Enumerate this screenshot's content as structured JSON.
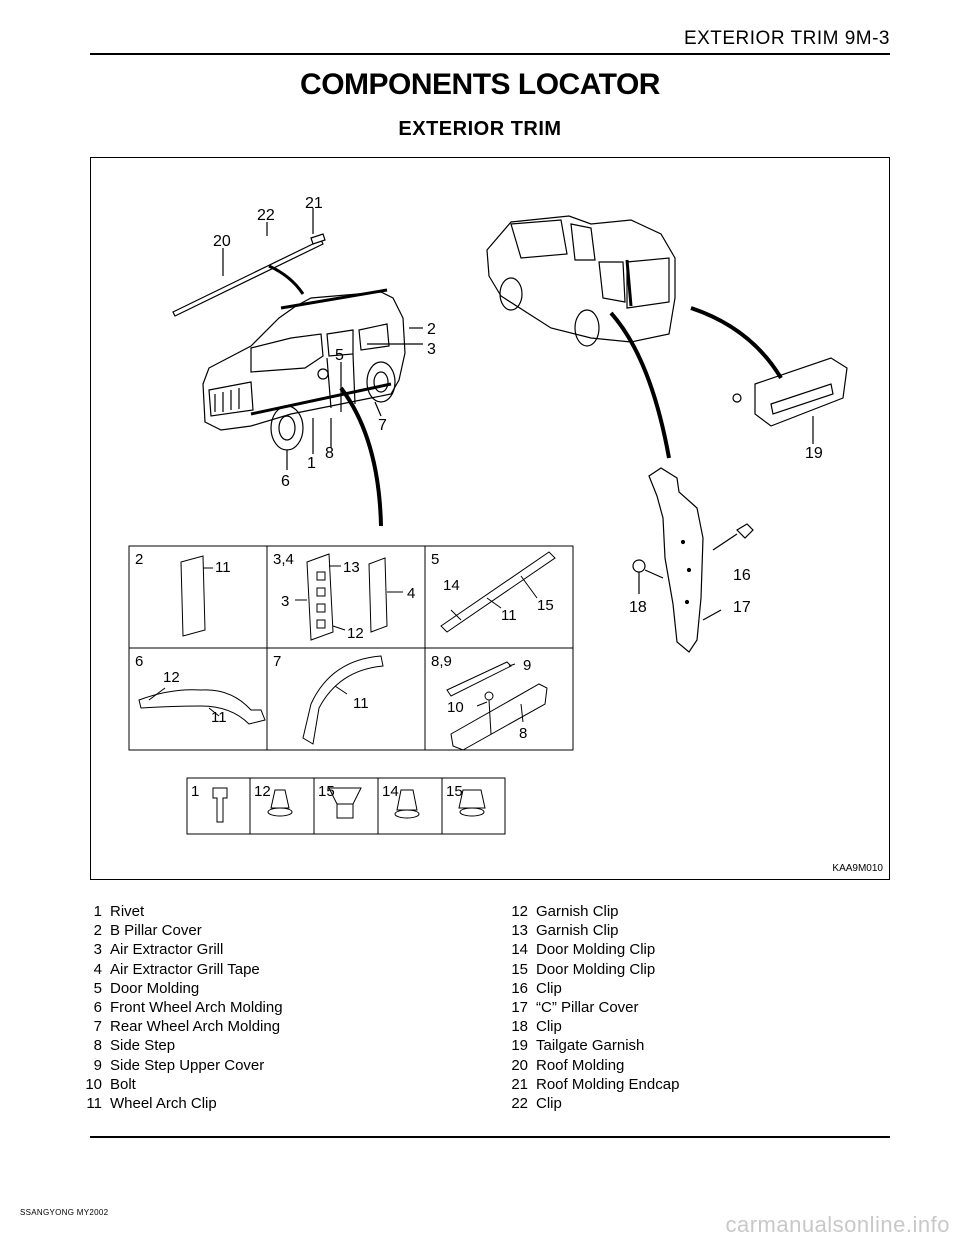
{
  "header": {
    "section": "EXTERIOR TRIM  9M-3"
  },
  "title": "COMPONENTS LOCATOR",
  "subtitle": "EXTERIOR  TRIM",
  "figure": {
    "code": "KAA9M010",
    "callouts": {
      "c20": "20",
      "c22": "22",
      "c21": "21",
      "c2": "2",
      "c3": "3",
      "c5": "5",
      "c7": "7",
      "c8": "8",
      "c1": "1",
      "c6": "6",
      "c19": "19",
      "c16": "16",
      "c18": "18",
      "c17": "17"
    },
    "grid_panels": {
      "p2": {
        "label": "2",
        "c11": "11"
      },
      "p34": {
        "label": "3,4",
        "c13": "13",
        "c3": "3",
        "c4": "4",
        "c12": "12"
      },
      "p5": {
        "label": "5",
        "c14": "14",
        "c11": "11",
        "c15": "15"
      },
      "p6": {
        "label": "6",
        "c12": "12",
        "c11": "11"
      },
      "p7": {
        "label": "7",
        "c11": "11"
      },
      "p89": {
        "label": "8,9",
        "c9": "9",
        "c10": "10",
        "c8": "8"
      }
    },
    "fasteners": [
      "1",
      "12",
      "15",
      "14",
      "15"
    ]
  },
  "legend": {
    "left": [
      {
        "num": "1",
        "name": "Rivet"
      },
      {
        "num": "2",
        "name": "B Pillar Cover"
      },
      {
        "num": "3",
        "name": "Air Extractor Grill"
      },
      {
        "num": "4",
        "name": "Air Extractor Grill Tape"
      },
      {
        "num": "5",
        "name": "Door Molding"
      },
      {
        "num": "6",
        "name": "Front Wheel Arch Molding"
      },
      {
        "num": "7",
        "name": "Rear Wheel Arch Molding"
      },
      {
        "num": "8",
        "name": "Side Step"
      },
      {
        "num": "9",
        "name": "Side Step Upper Cover"
      },
      {
        "num": "10",
        "name": "Bolt"
      },
      {
        "num": "11",
        "name": "Wheel Arch Clip"
      }
    ],
    "right": [
      {
        "num": "12",
        "name": "Garnish Clip"
      },
      {
        "num": "13",
        "name": "Garnish Clip"
      },
      {
        "num": "14",
        "name": "Door Molding Clip"
      },
      {
        "num": "15",
        "name": "Door Molding Clip"
      },
      {
        "num": "16",
        "name": "Clip"
      },
      {
        "num": "17",
        "name": "“C” Pillar Cover"
      },
      {
        "num": "18",
        "name": "Clip"
      },
      {
        "num": "19",
        "name": "Tailgate Garnish"
      },
      {
        "num": "20",
        "name": "Roof Molding"
      },
      {
        "num": "21",
        "name": "Roof Molding Endcap"
      },
      {
        "num": "22",
        "name": "Clip"
      }
    ]
  },
  "footer": {
    "model": "SSANGYONG  MY2002"
  },
  "watermark": "carmanualsonline.info"
}
